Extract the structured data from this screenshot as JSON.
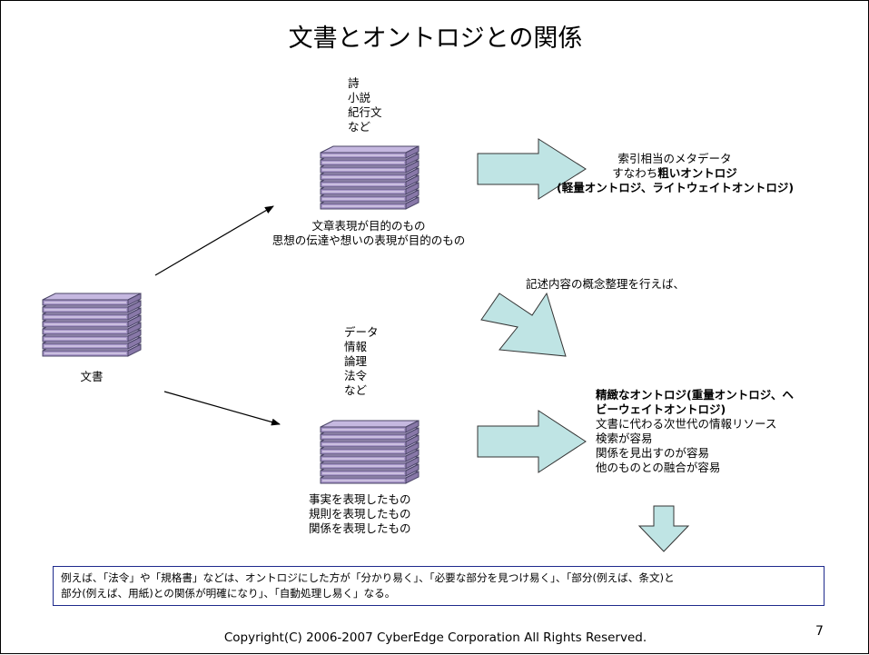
{
  "slide": {
    "title": "文書とオントロジとの関係",
    "top_doc": {
      "genres": [
        "詩",
        "小説",
        "紀行文",
        "など"
      ],
      "caption": [
        "文章表現が目的のもの",
        "思想の伝達や想いの表現が目的のもの"
      ]
    },
    "bottom_doc": {
      "genres": [
        "データ",
        "情報",
        "論理",
        "法令",
        "など"
      ],
      "caption": [
        "事実を表現したもの",
        "規則を表現したもの",
        "関係を表現したもの"
      ]
    },
    "source_doc_label": "文書",
    "light_ontology": {
      "line1": "索引相当のメタデータ",
      "line2_prefix": "すなわち",
      "line2_bold": "粗いオントロジ",
      "line3": "(軽量オントロジ、ライトウェイトオントロジ)"
    },
    "organize_note": "記述内容の概念整理を行えば、",
    "heavy_ontology": {
      "heading_line1": "精緻なオントロジ(重量オントロジ、ヘ",
      "heading_line2": "ビーウェイトオントロジ)",
      "items": [
        "文書に代わる次世代の情報リソース",
        "検索が容易",
        "関係を見出すのが容易",
        "他のものとの融合が容易"
      ]
    },
    "example_note": [
      "例えば、「法令」や「規格書」などは、オントロジにした方が「分かり易く」、「必要な部分を見つけ易く」、「部分(例えば、条文)と",
      "部分(例えば、用紙)との関係が明確になり」、「自動処理し易く」なる。"
    ],
    "copyright": "Copyright(C) 2006-2007 CyberEdge Corporation All Rights Reserved.",
    "page_number": "7"
  },
  "colors": {
    "arrow_fill": "#bfe4e4",
    "arrow_stroke": "#333333",
    "book_purple": "#a796c8",
    "book_dark": "#4a4466",
    "box_border": "#1e2a8c"
  }
}
